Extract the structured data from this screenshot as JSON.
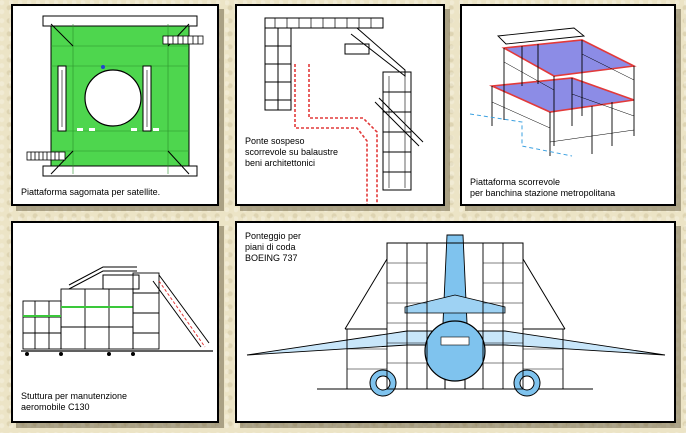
{
  "panels": [
    {
      "caption": "Piattaforma sagomata per satellite."
    },
    {
      "caption": "Ponte sospeso\nscorrevole su balaustre\nbeni architettonici"
    },
    {
      "caption": "Piattaforma scorrevole\nper banchina stazione metropolitana"
    },
    {
      "caption": "Stuttura per manutenzione\naeromobile C130"
    },
    {
      "caption": "Ponteggio per\npiani di coda\nBOEING 737"
    }
  ],
  "colors": {
    "platform_green": "#4ed64e",
    "red_structure": "#e23a3a",
    "blue_deck": "#8c8ce6",
    "aircraft_blue": "#7fc3ee",
    "background": "#ece4c6"
  }
}
